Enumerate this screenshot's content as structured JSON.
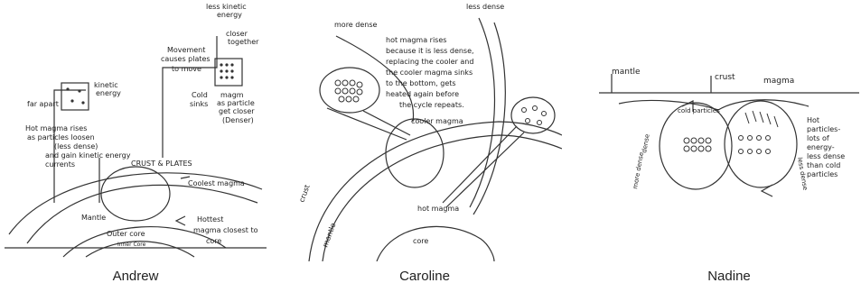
{
  "panels": [
    {
      "caption": "Andrew",
      "labels": {
        "movement": "Movement",
        "causes": "causes plates",
        "to_move": "to move",
        "less_kinetic": "less kinetic",
        "energy": "energy",
        "closer": "closer",
        "together": "together",
        "kinetic": "kinetic",
        "kinetic_energy": "energy",
        "far_apart": "far apart",
        "cold": "Cold",
        "sinks": "sinks",
        "magm": "magm",
        "as_particle": "as particle",
        "get_closer": "get closer",
        "denser": "(Denser)",
        "hot_magma_rises": "Hot magma rises",
        "as_particles_loosen": "as particles loosen",
        "less_dense": "(less dense)",
        "gain_kinetic": "and gain kinetic energy",
        "currents": "currents",
        "crust_plates": "CRUST & PLATES",
        "coolest_magma": "Coolest magma",
        "mantle": "Mantle",
        "hottest": "Hottest",
        "magma_closest_to": "magma closest to",
        "core": "core",
        "outer_core": "Outer core",
        "inner_core": "Inner Core"
      }
    },
    {
      "caption": "Caroline",
      "labels": {
        "more_dense": "more dense",
        "less_dense": "less dense",
        "para_1": "hot magma rises",
        "para_2": "because it is less dense,",
        "para_3": "replacing the cooler and",
        "para_4": "the cooler magma sinks",
        "para_5": "to the bottom, gets",
        "para_6": "heated again before",
        "para_7": "the cycle repeats.",
        "cooler_magma": "cooler magma",
        "crust": "crust",
        "mantle": "mantle",
        "hot_magma": "hot magma",
        "core": "core"
      }
    },
    {
      "caption": "Nadine",
      "labels": {
        "mantle": "mantle",
        "crust": "crust",
        "magma": "magma",
        "cold_particles": "cold particles",
        "dense": "dense",
        "more_dense": "more dense",
        "hot_particles_1": "Hot",
        "hot_particles_2": "particles-",
        "hot_particles_3": "lots of",
        "hot_particles_4": "energy-",
        "hot_particles_5": "less dense",
        "hot_particles_6": "than cold",
        "hot_particles_7": "particles",
        "less_dense": "less dense"
      }
    }
  ]
}
